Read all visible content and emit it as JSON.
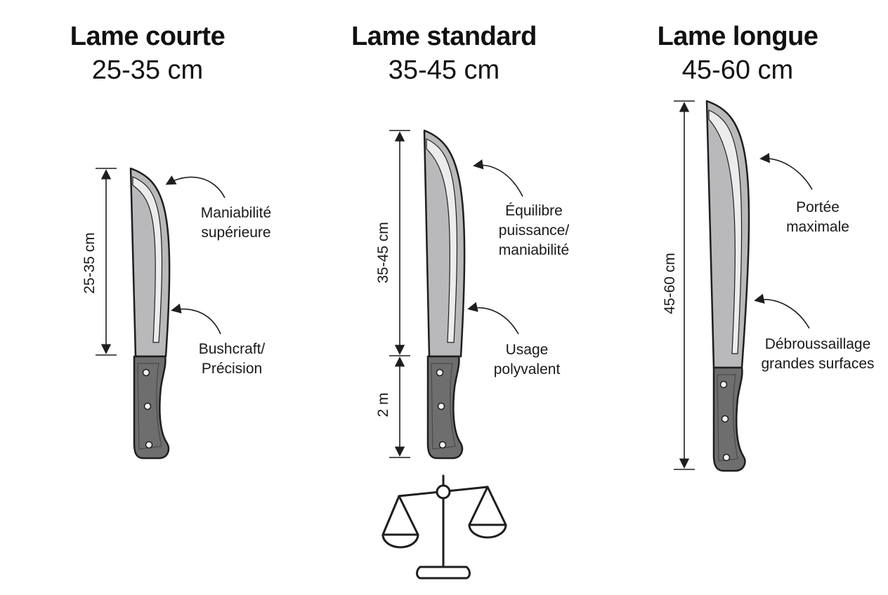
{
  "columns": [
    {
      "title": "Lame courte",
      "range": "25-35 cm",
      "dim_label": "25-35 cm",
      "note_top": [
        "Maniabilité",
        "supérieure"
      ],
      "note_bottom": [
        "Bushcraft/",
        "Précision"
      ]
    },
    {
      "title": "Lame standard",
      "range": "35-45 cm",
      "dim_label": "35-45 cm",
      "handle_dim_label": "2 m",
      "note_top": [
        "Équilibre",
        "puissance/",
        "maniabilité"
      ],
      "note_bottom": [
        "Usage",
        "polyvalent"
      ]
    },
    {
      "title": "Lame longue",
      "range": "45-60 cm",
      "dim_label": "45-60 cm",
      "note_top": [
        "Portée",
        "maximale"
      ],
      "note_bottom": [
        "Débroussaillage",
        "grandes surfaces"
      ]
    }
  ],
  "icons": [
    "machete-icon",
    "curved-arrow-icon",
    "dimension-arrow-icon",
    "balance-scale-icon"
  ],
  "colors": {
    "blade": "#b9b9bc",
    "blade_edge": "#ececec",
    "handle": "#6e6e6e",
    "outline": "#1e1e1e",
    "rivet": "#f2f2f2"
  }
}
